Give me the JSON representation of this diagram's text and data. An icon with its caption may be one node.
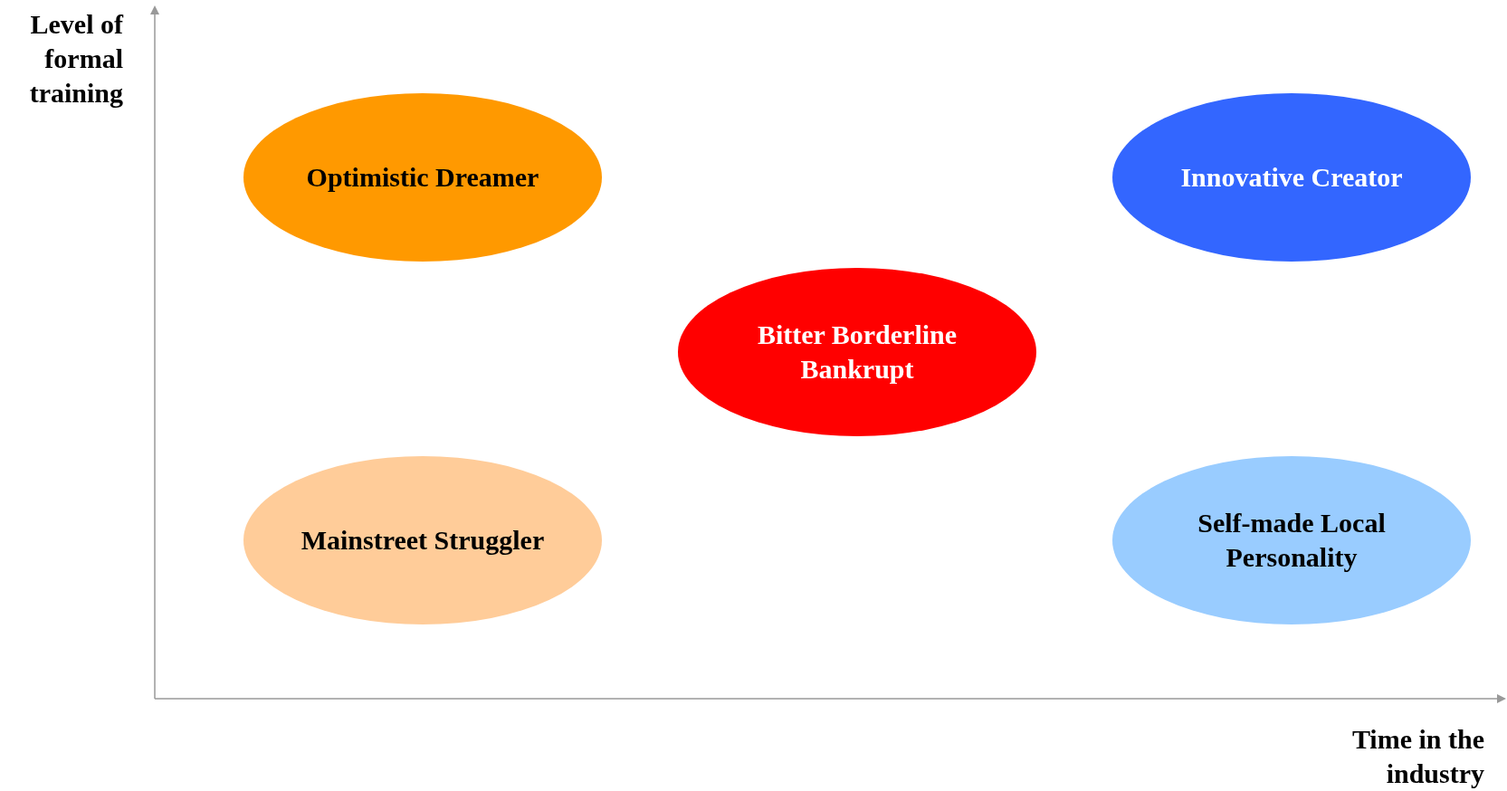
{
  "diagram": {
    "nodes": [
      {
        "text": [
          "Optimistic Dreamer"
        ]
      },
      {
        "text": [
          "Innovative Creator"
        ]
      },
      {
        "text": [
          "Bitter Borderline Bankrupt"
        ]
      },
      {
        "text": [
          "Mainstreet Struggler"
        ]
      },
      {
        "text": [
          "Self-made Local Personality"
        ]
      }
    ],
    "labels": [
      "Level of formal training",
      "Time in the industry"
    ]
  }
}
